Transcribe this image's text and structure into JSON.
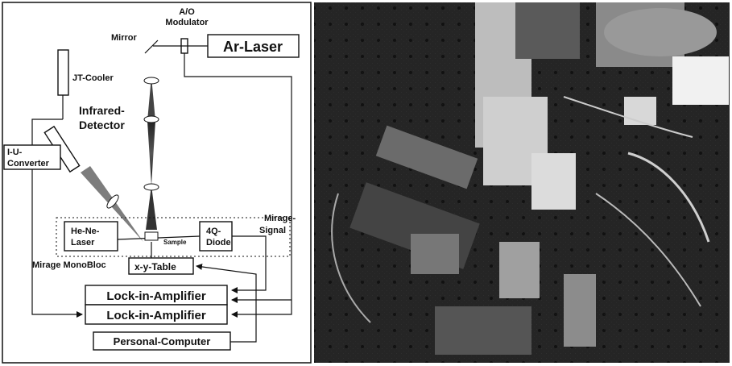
{
  "labels": {
    "ao_modulator_line1": "A/O",
    "ao_modulator_line2": "Modulator",
    "mirror": "Mirror",
    "ar_laser": "Ar-Laser",
    "jt_cooler": "JT-Cooler",
    "infrared_detector_line1": "Infrared-",
    "infrared_detector_line2": "Detector",
    "iu_converter_line1": "I-U-",
    "iu_converter_line2": "Converter",
    "he_ne_laser_line1": "He-Ne-",
    "he_ne_laser_line2": "Laser",
    "sample": "Sample",
    "quadrant_diode_line1": "4Q-",
    "quadrant_diode_line2": "Diode",
    "mirage_signal_line1": "Mirage-",
    "mirage_signal_line2": "Signal",
    "mirage_monobloc": "Mirage MonoBloc",
    "xy_table": "x-y-Table",
    "lock_in_amplifier_1": "Lock-in-Amplifier",
    "lock_in_amplifier_2": "Lock-in-Amplifier",
    "personal_computer": "Personal-Computer"
  }
}
